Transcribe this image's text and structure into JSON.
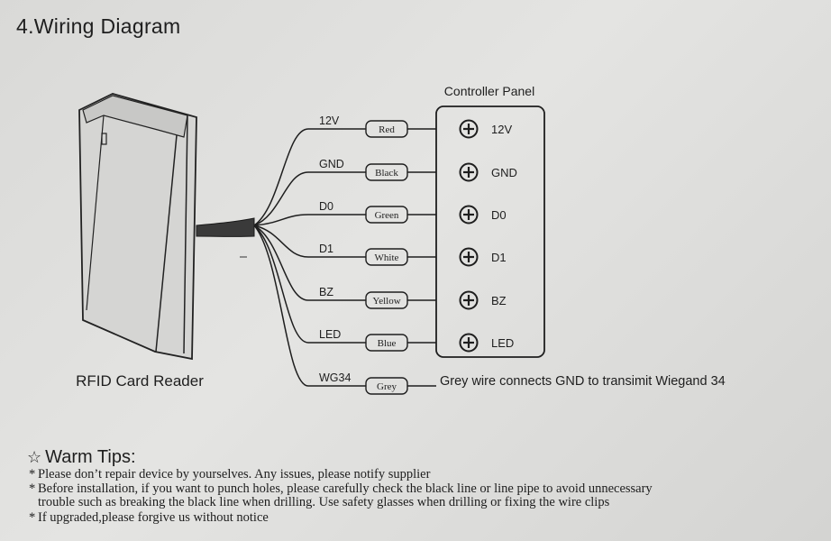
{
  "heading": "4.Wiring Diagram",
  "reader_label": "RFID Card Reader",
  "panel_label": "Controller Panel",
  "wires": [
    {
      "signal": "12V",
      "color_name": "Red",
      "terminal": "12V"
    },
    {
      "signal": "GND",
      "color_name": "Black",
      "terminal": "GND"
    },
    {
      "signal": "D0",
      "color_name": "Green",
      "terminal": "D0"
    },
    {
      "signal": "D1",
      "color_name": "White",
      "terminal": "D1"
    },
    {
      "signal": "BZ",
      "color_name": "Yellow",
      "terminal": "BZ"
    },
    {
      "signal": "LED",
      "color_name": "Blue",
      "terminal": "LED"
    },
    {
      "signal": "WG34",
      "color_name": "Grey",
      "terminal": null
    }
  ],
  "wg34_note": "Grey wire connects GND to transimit Wiegand 34",
  "tips": {
    "title": "Warm Tips:",
    "items": [
      "Please don’t repair device by yourselves. Any issues, please notify supplier",
      "Before installation, if you want to punch holes, please carefully check the black line or line pipe to avoid unnecessary",
      "trouble such as breaking the black line when drilling. Use safety glasses when drilling or fixing the wire clips",
      "If upgraded,please forgive us without notice"
    ],
    "bulleted": [
      true,
      true,
      false,
      true
    ]
  }
}
